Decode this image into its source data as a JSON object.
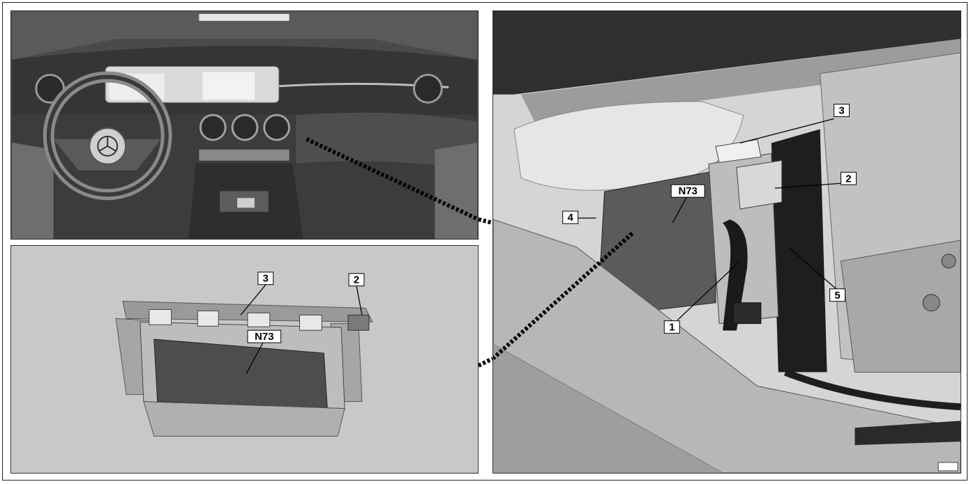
{
  "callouts": {
    "dashboard": {},
    "module": {
      "label_3": "3",
      "label_2": "2",
      "label_n73": "N73"
    },
    "install": {
      "label_3": "3",
      "label_2": "2",
      "label_n73": "N73",
      "label_4": "4",
      "label_1": "1",
      "label_5": "5"
    }
  },
  "colors": {
    "dash_dark": "#3f3f3f",
    "dash_mid": "#6a6a6a",
    "dash_light": "#a8a8a8",
    "panel_bg": "#c8c8c8",
    "module_dark": "#4d4d4d",
    "install_light": "#e2e2e2"
  }
}
